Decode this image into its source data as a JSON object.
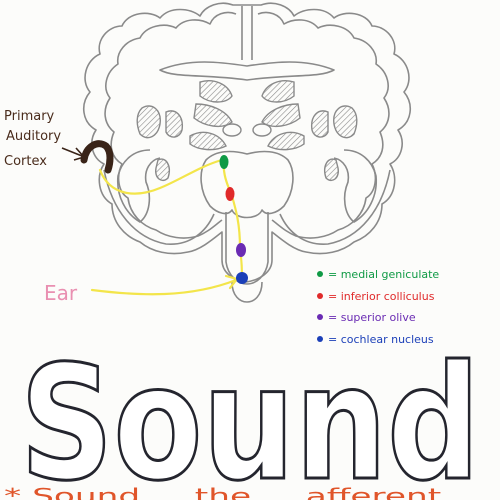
{
  "labels": {
    "cortex_line1": "Primary",
    "cortex_line2": "Auditory",
    "cortex_line3": "Cortex",
    "ear": "Ear",
    "title": "Sound",
    "footnote": "* Sound ... the ... afferent..."
  },
  "legend": [
    {
      "text": "= medial geniculate",
      "color": "#0f9a45"
    },
    {
      "text": "= inferior colliculus",
      "color": "#e02a2a"
    },
    {
      "text": "= superior olive",
      "color": "#6a2bb3"
    },
    {
      "text": "= cochlear nucleus",
      "color": "#1b3fb8"
    }
  ],
  "colors": {
    "pathway": "#f3e54a",
    "outline": "#8a8a8a",
    "cortex": "#3a2418",
    "ear_text": "#e98fb1",
    "cortex_text": "#4a2c1c",
    "title": "#24252e",
    "footnote": "#e0552a"
  }
}
